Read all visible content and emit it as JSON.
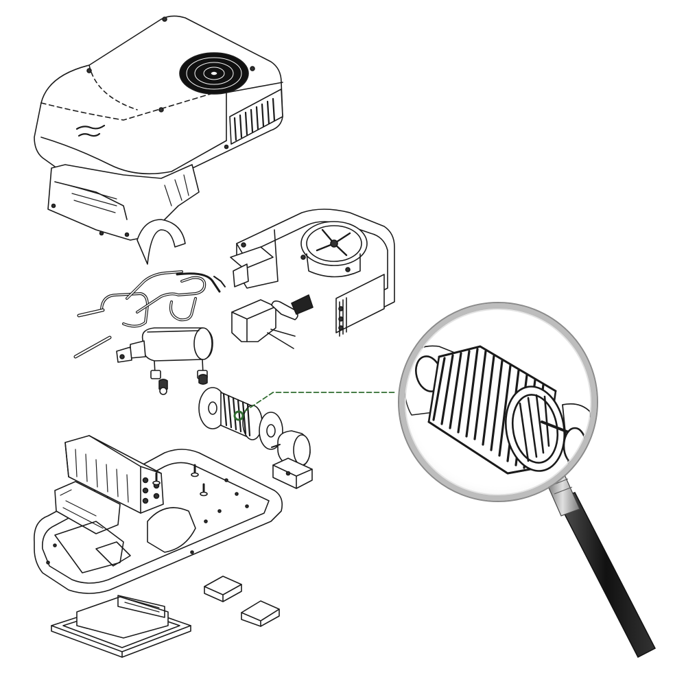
{
  "diagram": {
    "kind": "exploded-parts-view",
    "colors": {
      "line": "#1a1a1a",
      "fill": "#ffffff",
      "callout": "#2f6b2f",
      "magnifier_handle": "#222222",
      "magnifier_ferrule": "#9a9a9a"
    },
    "parts": [
      {
        "id": "top-cover",
        "icon": "rooftop-shroud"
      },
      {
        "id": "lower-shroud",
        "icon": "shroud-base"
      },
      {
        "id": "condenser-fan-assembly",
        "icon": "fan-housing"
      },
      {
        "id": "refrigerant-piping",
        "icon": "copper-tubing"
      },
      {
        "id": "capacitor-bracket",
        "icon": "capacitor"
      },
      {
        "id": "compressor",
        "icon": "compressor"
      },
      {
        "id": "blower-wheel",
        "icon": "blower-wheel",
        "highlighted": true
      },
      {
        "id": "blower-motor",
        "icon": "motor"
      },
      {
        "id": "base-pan",
        "icon": "base-pan"
      },
      {
        "id": "filter-pads",
        "icon": "filter"
      },
      {
        "id": "ceiling-frame",
        "icon": "ceiling-frame"
      }
    ],
    "magnified_part": "blower-wheel",
    "magnifier_icon": "magnifying-glass-icon"
  }
}
